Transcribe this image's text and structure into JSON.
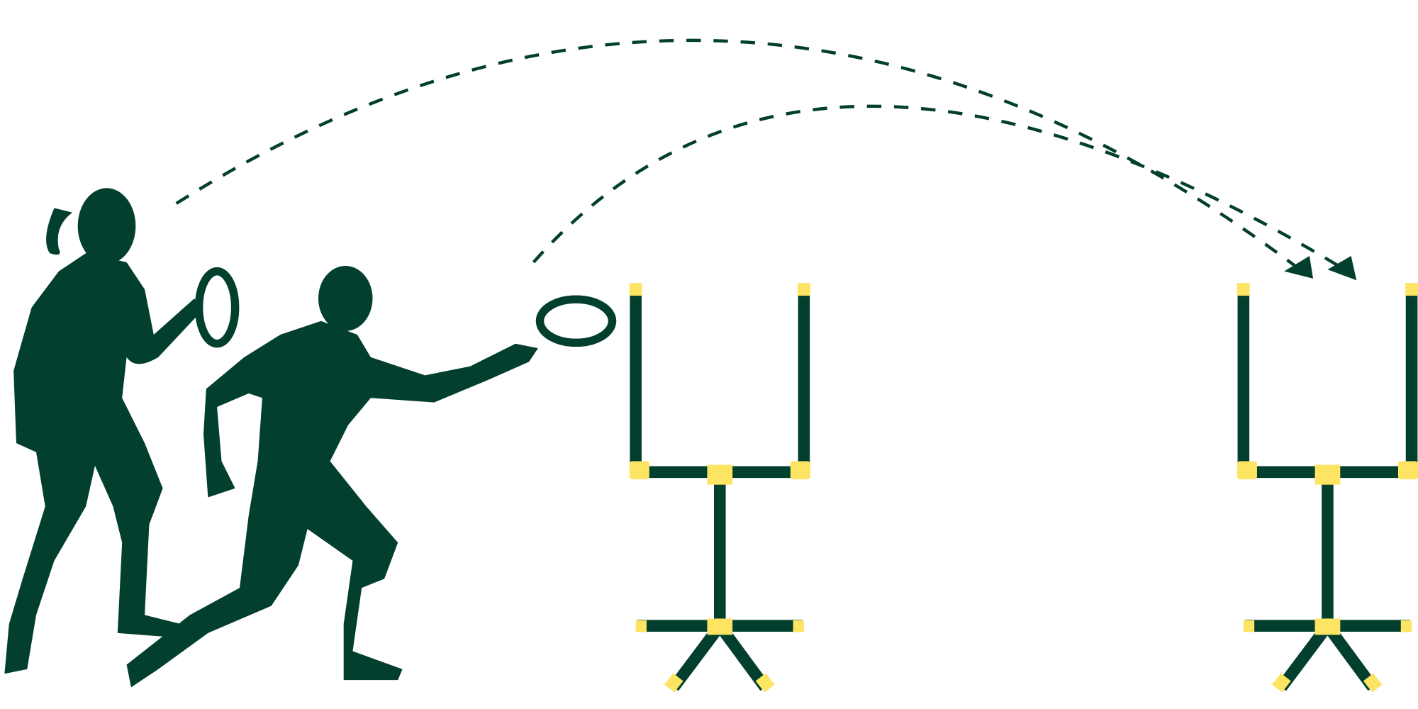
{
  "colors": {
    "ink": "#033f2e",
    "accent": "#fde462",
    "background": "#ffffff"
  },
  "scene": {
    "players": 2,
    "goals": 2,
    "rings_in_flight": 1
  }
}
